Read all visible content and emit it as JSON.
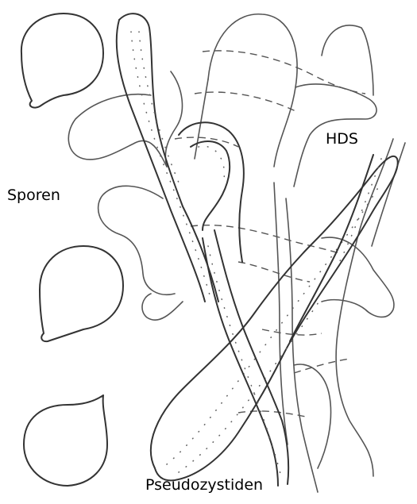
{
  "labels": {
    "hds": "HDS",
    "sporen": "Sporen",
    "pseudozystiden": "Pseudozystiden"
  },
  "colors": {
    "background": "#ffffff",
    "ink": "#555555",
    "ink_dark": "#333333"
  }
}
